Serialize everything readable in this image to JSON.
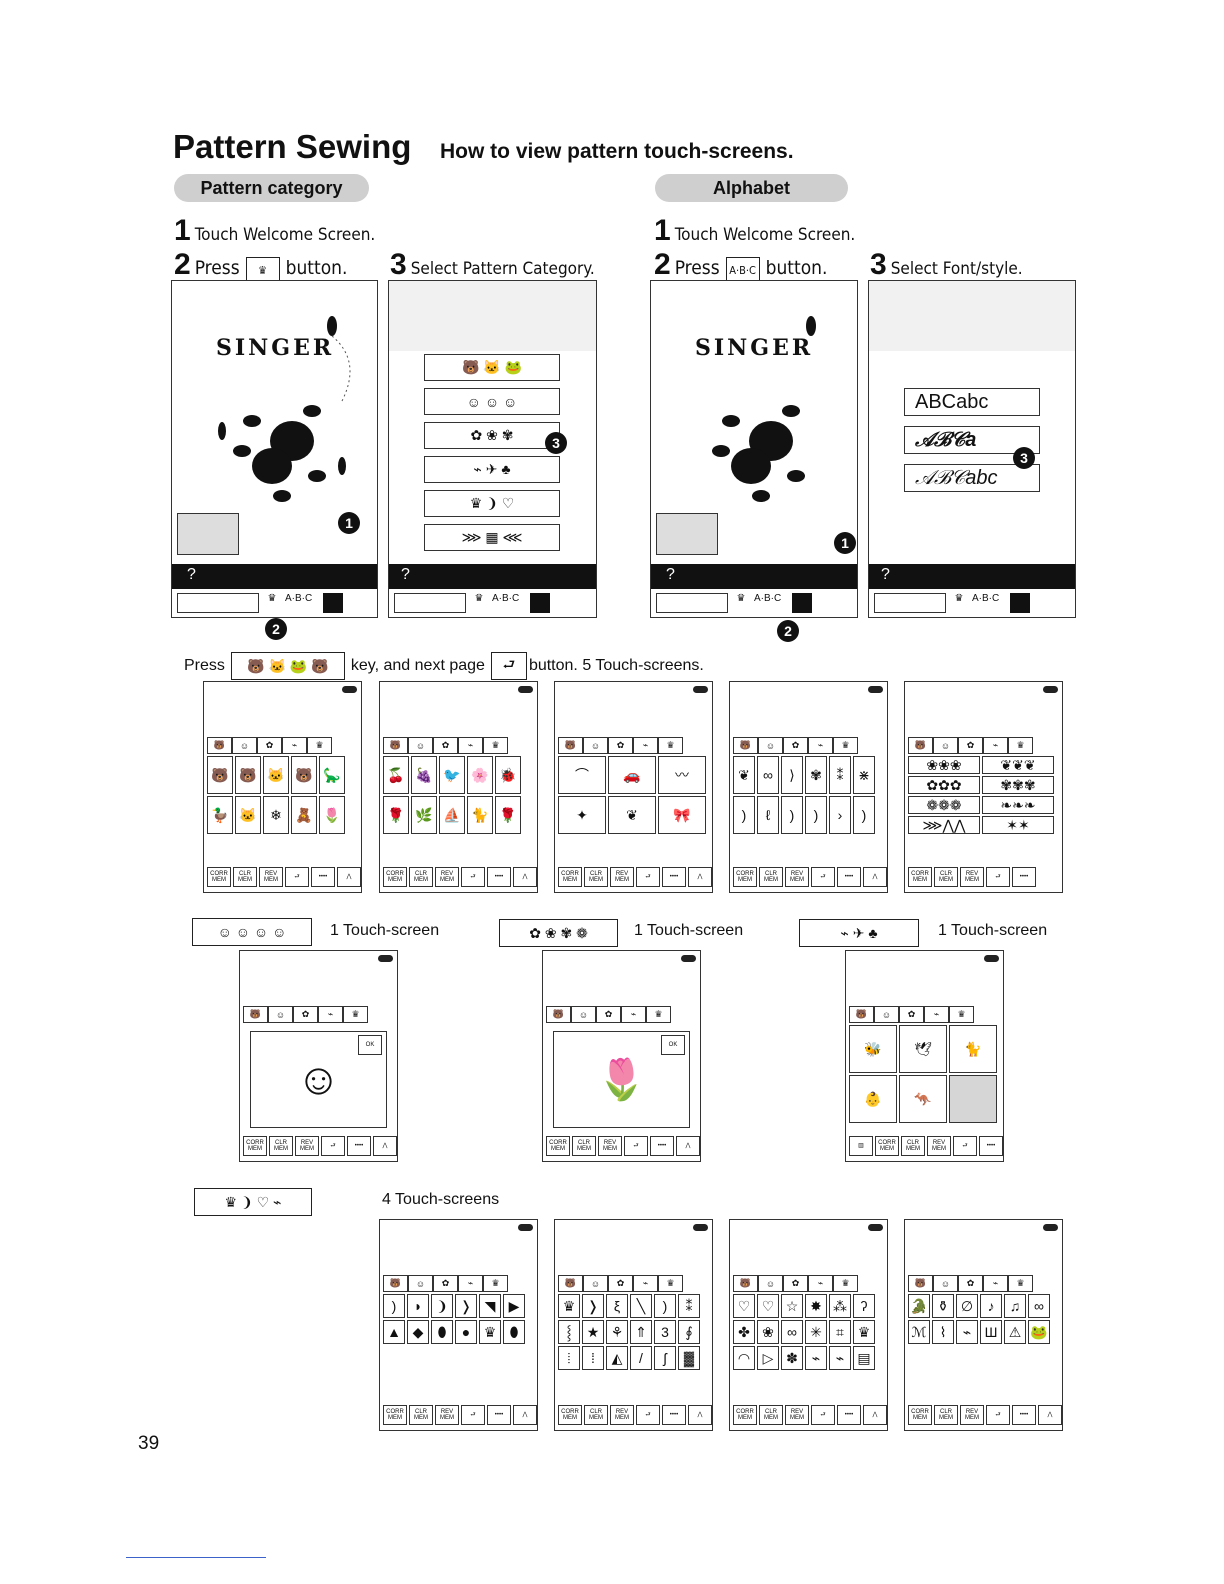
{
  "header": {
    "title": "Pattern Sewing",
    "subtitle": "How to view pattern touch-screens."
  },
  "pattern_category": {
    "label": "Pattern category",
    "step1": "Touch Welcome Screen.",
    "step2_pre": "Press",
    "step2_post": "button.",
    "step3": "Select Pattern Category."
  },
  "alphabet": {
    "label": "Alphabet",
    "step1": "Touch Welcome Screen.",
    "step2_pre": "Press",
    "step2_key": "A·B·C",
    "step2_post": "button.",
    "step3": "Select Font/style.",
    "fonts": [
      "ABCabc",
      "𝒜ℬ𝒞a",
      "𝒜ℬ𝒞abc"
    ]
  },
  "steps": {
    "one": "1",
    "two": "2",
    "three": "3"
  },
  "welcome": {
    "brand": "SINGER"
  },
  "ui": {
    "help": "?",
    "abc_key": "A·B·C",
    "corr": "CORR MEM",
    "clr": "CLR MEM",
    "rev": "REV MEM",
    "ok": "OK"
  },
  "callouts": [
    "1",
    "2",
    "3"
  ],
  "press_line": {
    "pre": "Press",
    "mid": "key, and next page",
    "post": "button. 5 Touch-screens."
  },
  "row2_labels": [
    "1 Touch-screen",
    "1 Touch-screen",
    "1 Touch-screen"
  ],
  "row3_label": "4 Touch-screens",
  "page_number": "39"
}
